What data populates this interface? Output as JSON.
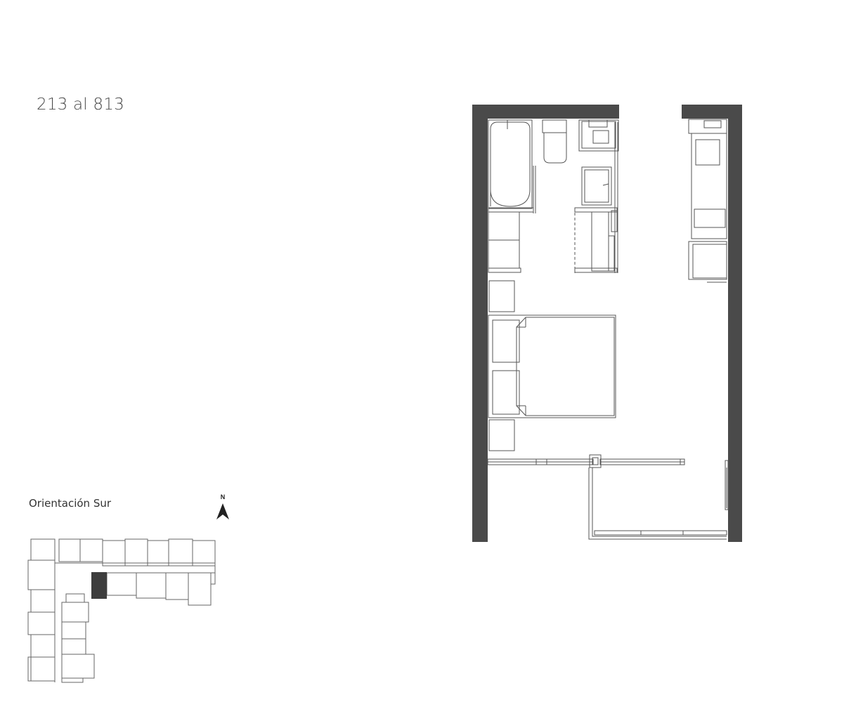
{
  "unit": {
    "title": "213 al 813"
  },
  "orientation": {
    "label": "Orientación Sur",
    "compass_letter": "N"
  },
  "colors": {
    "wall": "#4a4a4a",
    "line": "#555555",
    "highlight": "#3d3d3d"
  },
  "icons": {
    "compass": "north-arrow-icon"
  }
}
